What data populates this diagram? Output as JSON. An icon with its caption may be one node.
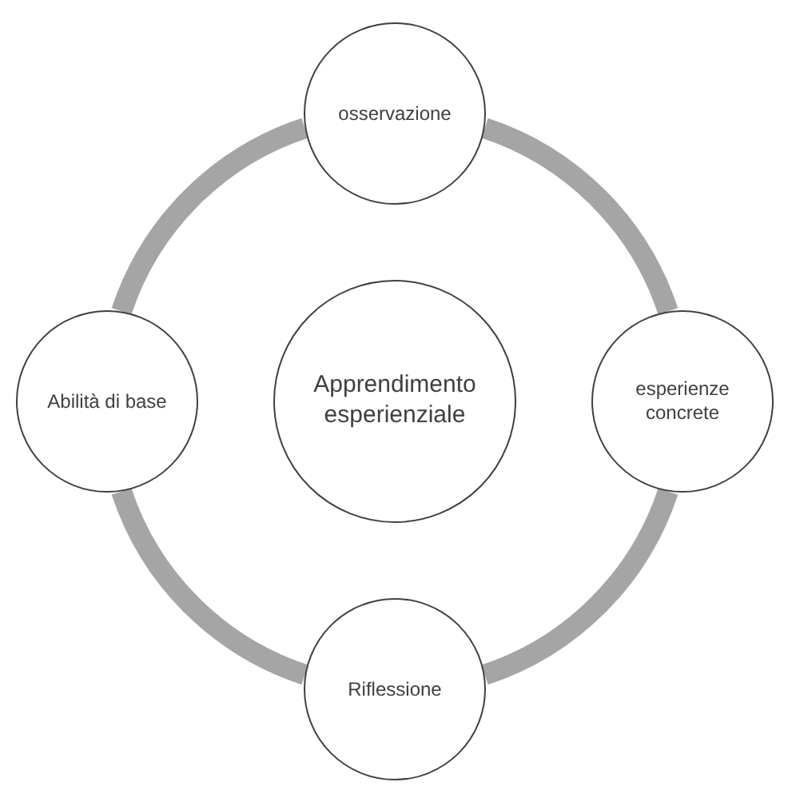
{
  "diagram": {
    "nodes": [
      {
        "text": [
          "Apprendimento esperienziale"
        ]
      },
      {
        "text": [
          "osservazione"
        ]
      },
      {
        "text": [
          "esperienze concrete"
        ]
      },
      {
        "text": [
          "Riflessione"
        ]
      },
      {
        "text": [
          "Abilità di base"
        ]
      }
    ],
    "edges": [
      {
        "from": 1,
        "to": 2,
        "arrow": "none"
      },
      {
        "from": 2,
        "to": 3,
        "arrow": "none"
      },
      {
        "from": 3,
        "to": 4,
        "arrow": "none"
      },
      {
        "from": 4,
        "to": 1,
        "arrow": "none"
      }
    ]
  }
}
